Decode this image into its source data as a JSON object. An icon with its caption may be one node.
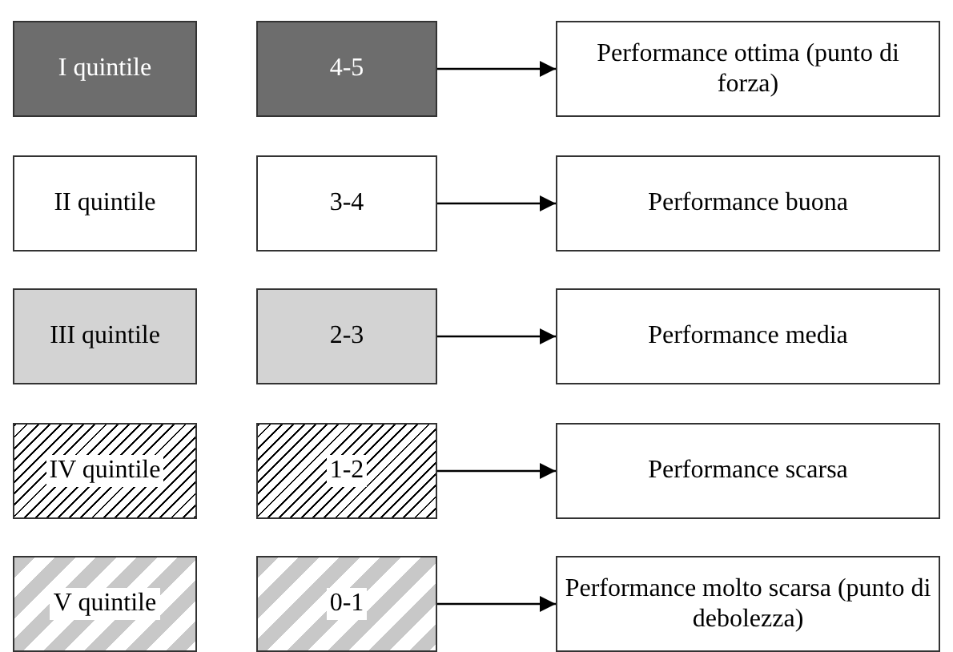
{
  "diagram": {
    "nodes": [
      {
        "text": [
          "I quintile"
        ]
      },
      {
        "text": [
          "4-5"
        ]
      },
      {
        "text": [
          "Performance ottima (punto di forza)"
        ]
      },
      {
        "text": [
          "II quintile"
        ]
      },
      {
        "text": [
          "3-4"
        ]
      },
      {
        "text": [
          "Performance buona"
        ]
      },
      {
        "text": [
          "III quintile"
        ]
      },
      {
        "text": [
          "2-3"
        ]
      },
      {
        "text": [
          "Performance media"
        ]
      },
      {
        "text": [
          "IV quintile"
        ]
      },
      {
        "text": [
          "1-2"
        ]
      },
      {
        "text": [
          "Performance scarsa"
        ]
      },
      {
        "text": [
          "V quintile"
        ]
      },
      {
        "text": [
          "0-1"
        ]
      },
      {
        "text": [
          "Performance molto scarsa (punto di debolezza)"
        ]
      }
    ],
    "edges": [
      {
        "from": 1,
        "to": 2,
        "arrow": "to"
      },
      {
        "from": 4,
        "to": 5,
        "arrow": "to"
      },
      {
        "from": 7,
        "to": 8,
        "arrow": "to"
      },
      {
        "from": 10,
        "to": 11,
        "arrow": "to"
      },
      {
        "from": 13,
        "to": 14,
        "arrow": "to"
      }
    ]
  }
}
